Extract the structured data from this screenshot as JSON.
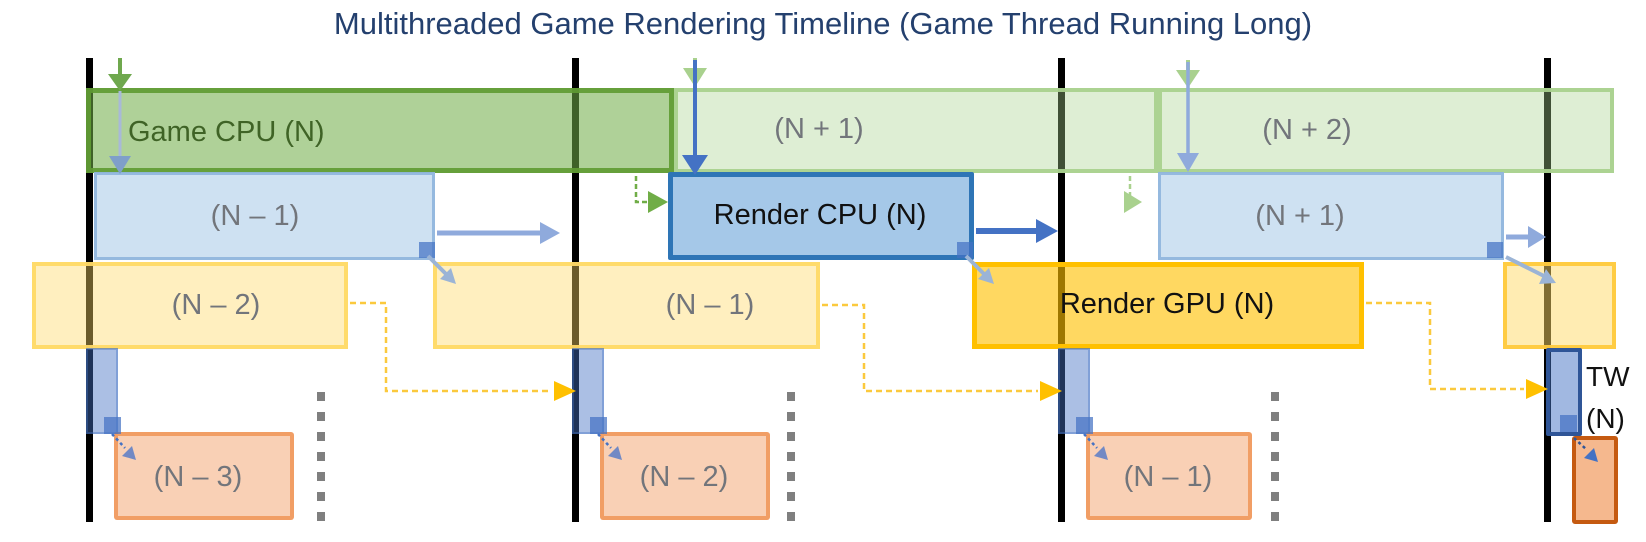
{
  "title": "Multithreaded Game Rendering Timeline (Game Thread Running Long)",
  "bars": {
    "game_cpu_n": "Game CPU (N)",
    "game_next1": "(N + 1)",
    "game_next2": "(N + 2)",
    "render_cpu_prev1": "(N – 1)",
    "render_cpu_n": "Render CPU (N)",
    "render_cpu_next1": "(N + 1)",
    "gpu_prev2": "(N – 2)",
    "gpu_prev1": "(N – 1)",
    "render_gpu_n": "Render GPU (N)",
    "present_prev3": "(N – 3)",
    "present_prev2": "(N – 2)",
    "present_prev1": "(N – 1)",
    "tw_line1": "TW",
    "tw_line2": "(N)"
  },
  "colors": {
    "title_text": "#24406e",
    "game_thread_green": "#70ad47",
    "game_thread_light_green": "#a9d18e",
    "render_thread_blue": "#2e75b6",
    "sync_arrow_blue": "#4472c4",
    "light_steel_blue": "#8faadc",
    "gpu_yellow": "#ffc000",
    "gpu_light_yellow": "#ffd966",
    "present_orange": "#ed7d31",
    "present_dark_orange": "#c55a11",
    "frame_line_black": "#000000",
    "ellipsis_gray": "#7f7f7f",
    "muted_label_gray": "#72757b"
  }
}
